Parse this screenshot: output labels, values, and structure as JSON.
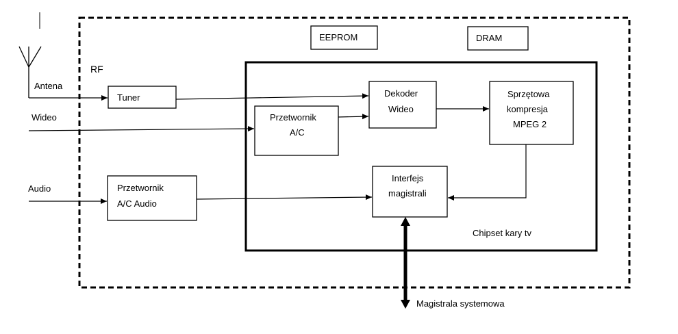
{
  "diagram": {
    "outer_label": "RF",
    "chipset_label": "Chipset kary tv",
    "blocks": {
      "eeprom": "EEPROM",
      "dram": "DRAM",
      "tuner": "Tuner",
      "adc_video": [
        "Przetwornik",
        "A/C"
      ],
      "video_decoder": [
        "Dekoder",
        "Wideo"
      ],
      "mpeg": [
        "Sprzętowa",
        "kompresja",
        "MPEG 2"
      ],
      "bus_interface": [
        "Interfejs",
        "magistrali"
      ],
      "adc_audio": [
        "Przetwornik",
        "A/C  Audio"
      ]
    },
    "inputs": {
      "antenna": "Antena",
      "video": "Wideo",
      "audio": "Audio"
    },
    "system_bus": "Magistrala systemowa"
  }
}
